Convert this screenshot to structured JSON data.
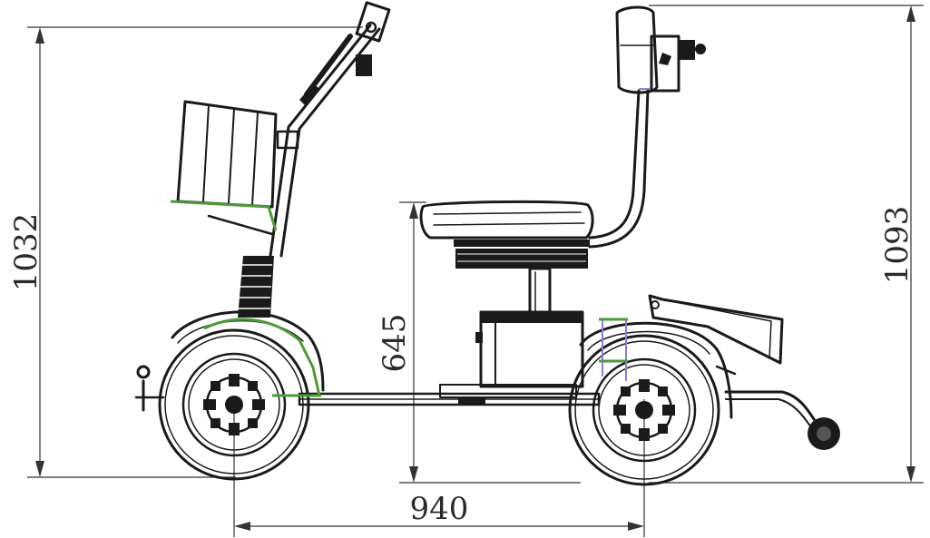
{
  "dimensions": {
    "overall_height": "1032",
    "seat_height": "645",
    "backrest_height": "1093",
    "wheelbase": "940"
  },
  "colors": {
    "line": "#1a1a1a",
    "accent_green": "#4c9a3a",
    "accent_purple": "#8a7fd0"
  }
}
